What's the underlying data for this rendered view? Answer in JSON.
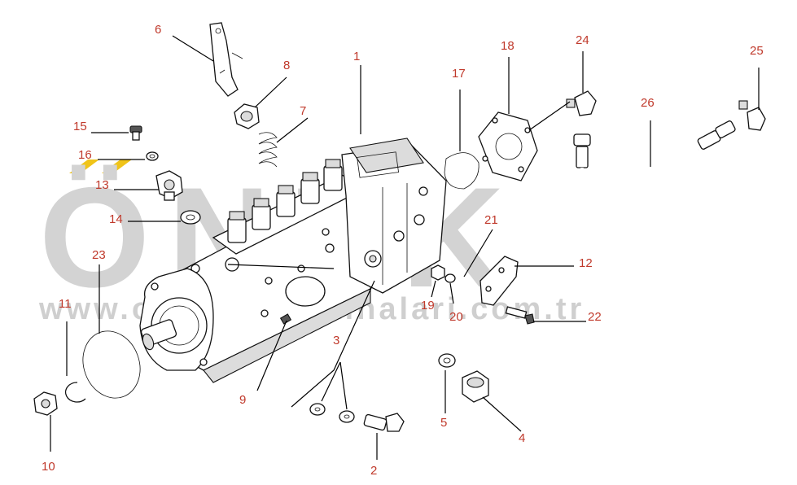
{
  "watermark": {
    "brand": "ÖNEK",
    "url": "www.ormakismakinalari.com.tr",
    "accent_color": "#f0c419"
  },
  "colors": {
    "callout": "#c0392b",
    "line": "#000000",
    "watermark": "#d3d3d3"
  },
  "callouts": [
    {
      "id": "c1",
      "label": "1"
    },
    {
      "id": "c2",
      "label": "2"
    },
    {
      "id": "c3",
      "label": "3"
    },
    {
      "id": "c4",
      "label": "4"
    },
    {
      "id": "c5",
      "label": "5"
    },
    {
      "id": "c6",
      "label": "6"
    },
    {
      "id": "c7",
      "label": "7"
    },
    {
      "id": "c8",
      "label": "8"
    },
    {
      "id": "c9",
      "label": "9"
    },
    {
      "id": "c10",
      "label": "10"
    },
    {
      "id": "c11",
      "label": "11"
    },
    {
      "id": "c12",
      "label": "12"
    },
    {
      "id": "c13",
      "label": "13"
    },
    {
      "id": "c14",
      "label": "14"
    },
    {
      "id": "c15",
      "label": "15"
    },
    {
      "id": "c16",
      "label": "16"
    },
    {
      "id": "c17",
      "label": "17"
    },
    {
      "id": "c18",
      "label": "18"
    },
    {
      "id": "c19",
      "label": "19"
    },
    {
      "id": "c20",
      "label": "20"
    },
    {
      "id": "c21",
      "label": "21"
    },
    {
      "id": "c22",
      "label": "22"
    },
    {
      "id": "c23",
      "label": "23"
    },
    {
      "id": "c24",
      "label": "24"
    },
    {
      "id": "c25",
      "label": "25"
    },
    {
      "id": "c26",
      "label": "26"
    }
  ]
}
